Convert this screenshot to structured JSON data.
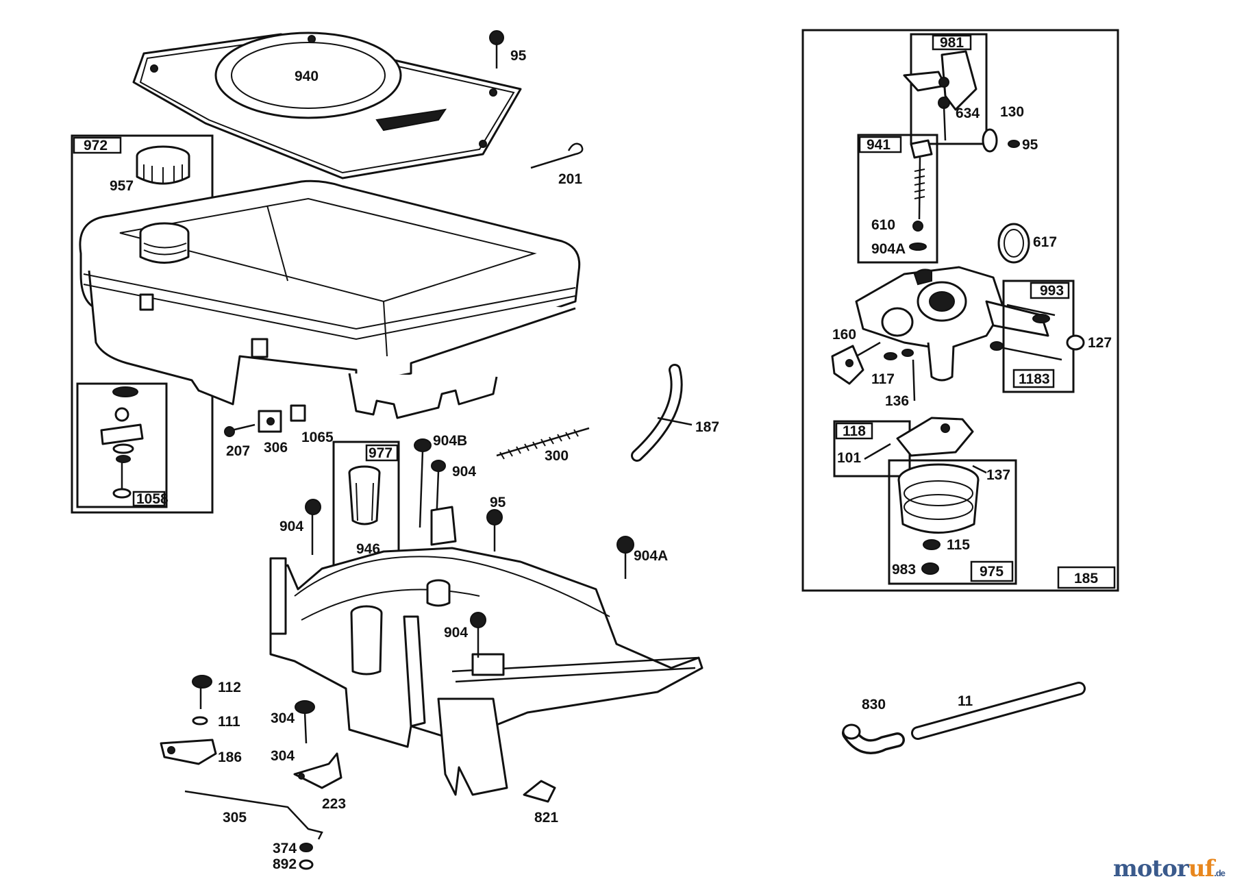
{
  "labels": {
    "l940": "940",
    "l95_top": "95",
    "l972": "972",
    "l957": "957",
    "l201": "201",
    "l1058": "1058",
    "l207": "207",
    "l306": "306",
    "l1065": "1065",
    "l977": "977",
    "l904B": "904B",
    "l904_a": "904",
    "l300": "300",
    "l187_hose": "187",
    "l904_b": "904",
    "l95_b": "95",
    "l904A_base": "904A",
    "l946": "946",
    "l904_c": "904",
    "l112": "112",
    "l111": "111",
    "l186": "186",
    "l304_a": "304",
    "l304_b": "304",
    "l223": "223",
    "l305": "305",
    "l374": "374",
    "l892": "892",
    "l821": "821",
    "l830": "830",
    "l11": "11",
    "l981": "981",
    "l634": "634",
    "l130": "130",
    "l95_carb": "95",
    "l941": "941",
    "l610": "610",
    "l904A_carb": "904A",
    "l617": "617",
    "l993": "993",
    "l127": "127",
    "l160": "160",
    "l117": "117",
    "l136": "136",
    "l118": "118",
    "l1183": "1183",
    "l101": "101",
    "l137": "137",
    "l115": "115",
    "l983": "983",
    "l975": "975",
    "l185": "185"
  },
  "watermark": {
    "part_a": "motor",
    "part_b": "uf",
    "part_c": ".de"
  },
  "icons": {
    "fuel_cap": "fuel-cap-icon",
    "gasket": "gasket-icon",
    "screw": "screw-icon",
    "spring": "spring-icon",
    "hose": "hose-icon"
  }
}
